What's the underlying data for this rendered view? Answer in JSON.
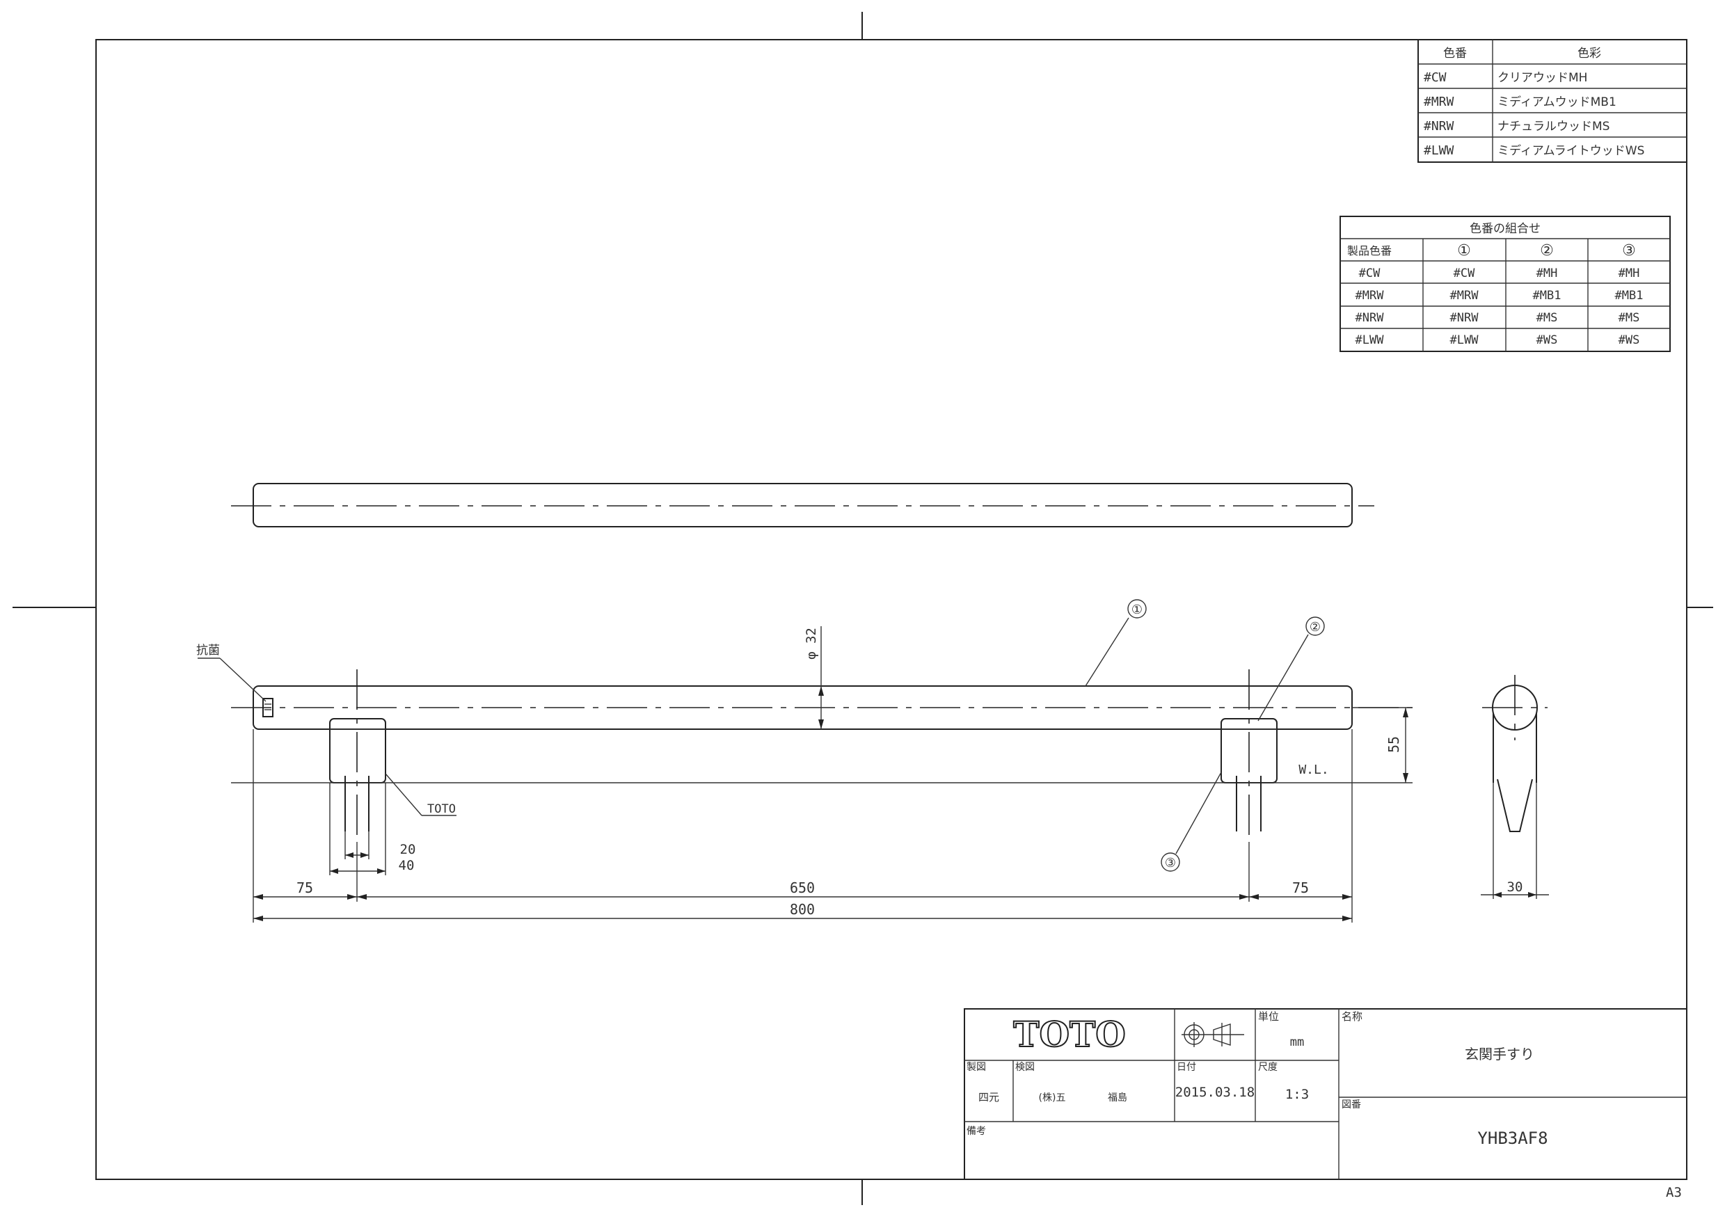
{
  "color_table": {
    "headers": [
      "色番",
      "色彩"
    ],
    "rows": [
      [
        "#CW",
        "クリアウッドMH"
      ],
      [
        "#MRW",
        "ミディアムウッドMB1"
      ],
      [
        "#NRW",
        "ナチュラルウッドMS"
      ],
      [
        "#LWW",
        "ミディアムライトウッドWS"
      ]
    ]
  },
  "combo_table": {
    "title": "色番の組合せ",
    "headers": [
      "製品色番",
      "①",
      "②",
      "③"
    ],
    "rows": [
      [
        "#CW",
        "#CW",
        "#MH",
        "#MH"
      ],
      [
        "#MRW",
        "#MRW",
        "#MB1",
        "#MB1"
      ],
      [
        "#NRW",
        "#NRW",
        "#MS",
        "#MS"
      ],
      [
        "#LWW",
        "#LWW",
        "#WS",
        "#WS"
      ]
    ]
  },
  "drawing": {
    "antibacterial_label": "抗菌",
    "brand_mark_label": "TOTO",
    "wl_label": "W.L.",
    "diameter_label": "φ 32",
    "balloons": [
      "①",
      "②",
      "③"
    ],
    "dimensions": {
      "left_offset": "75",
      "center_span": "650",
      "right_offset": "75",
      "overall": "800",
      "height": "55",
      "screw_20": "20",
      "screw_40": "40",
      "side_width": "30"
    }
  },
  "title_block": {
    "logo": "TOTO",
    "unit_label": "単位",
    "unit_value": "mm",
    "name_label": "名称",
    "name_value": "玄関手すり",
    "drafter_label": "製図",
    "drafter_value": "四元",
    "checker_label": "検図",
    "checker_value": "(株)五",
    "approver_value": "福島",
    "date_label": "日付",
    "date_value": "2015.03.18",
    "scale_label": "尺度",
    "scale_value": "1:3",
    "drawing_no_label": "図番",
    "drawing_no_value": "YHB3AF8",
    "remarks_label": "備考"
  },
  "sheet_size": "A3"
}
